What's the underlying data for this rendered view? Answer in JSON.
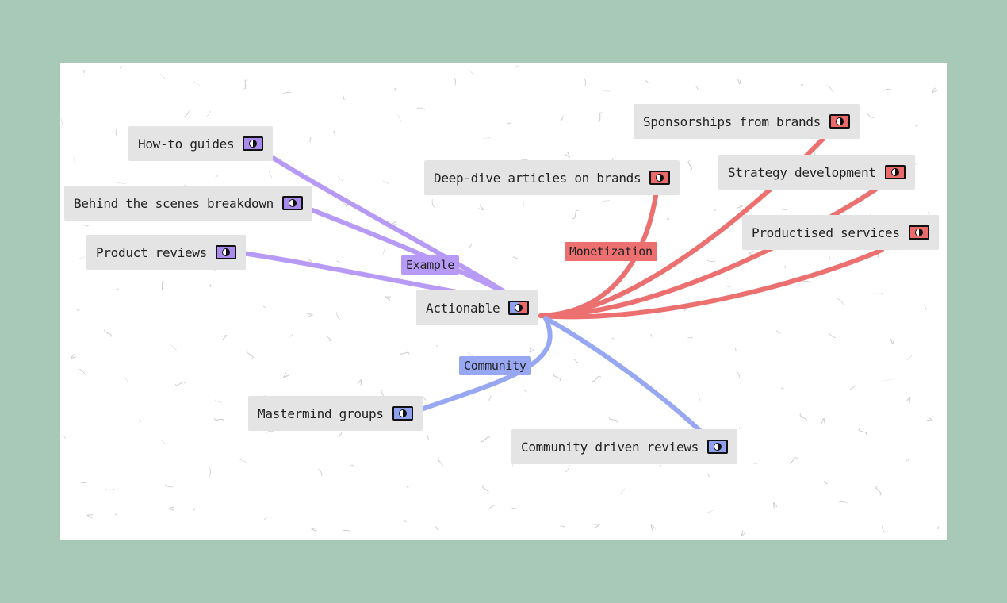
{
  "colors": {
    "background": "#a8c9b8",
    "canvas": "#ffffff",
    "node": "#e4e4e4",
    "example": "#b79af5",
    "monetization": "#ec7070",
    "community": "#97a7f2"
  },
  "central": {
    "label": "Actionable",
    "icon": "half-circle-icon"
  },
  "groups": {
    "example": {
      "label": "Example"
    },
    "monetization": {
      "label": "Monetization"
    },
    "community": {
      "label": "Community"
    }
  },
  "nodes": {
    "how_to": {
      "label": "How-to guides",
      "group": "example"
    },
    "behind": {
      "label": "Behind the scenes breakdown",
      "group": "example"
    },
    "product": {
      "label": "Product reviews",
      "group": "example"
    },
    "deep_dive": {
      "label": "Deep-dive articles on brands",
      "group": "monetization"
    },
    "sponsorships": {
      "label": "Sponsorships from brands",
      "group": "monetization"
    },
    "strategy": {
      "label": "Strategy development",
      "group": "monetization"
    },
    "productised": {
      "label": "Productised services",
      "group": "monetization"
    },
    "mastermind": {
      "label": "Mastermind groups",
      "group": "community"
    },
    "community_reviews": {
      "label": "Community driven reviews",
      "group": "community"
    }
  }
}
